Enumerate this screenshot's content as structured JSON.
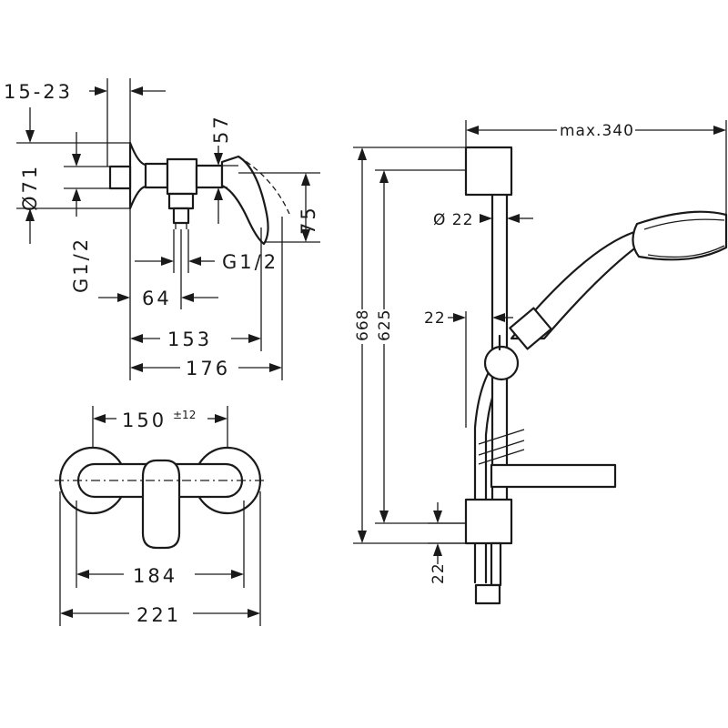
{
  "dimensions": {
    "gap_15_23": "15-23",
    "dia_71": "Ø71",
    "height_57": "57",
    "height_75": "75",
    "thread_left": "G1/2",
    "thread_right": "G1/2",
    "d_64": "64",
    "d_153": "153",
    "d_176": "176",
    "d_150": "150",
    "d_150_tol": "±12",
    "d_184": "184",
    "d_221": "221",
    "max_340": "max.340",
    "dia_22": "Ø 22",
    "d_22_top": "22",
    "d_668": "668",
    "d_625": "625",
    "d_22_bottom": "22"
  }
}
